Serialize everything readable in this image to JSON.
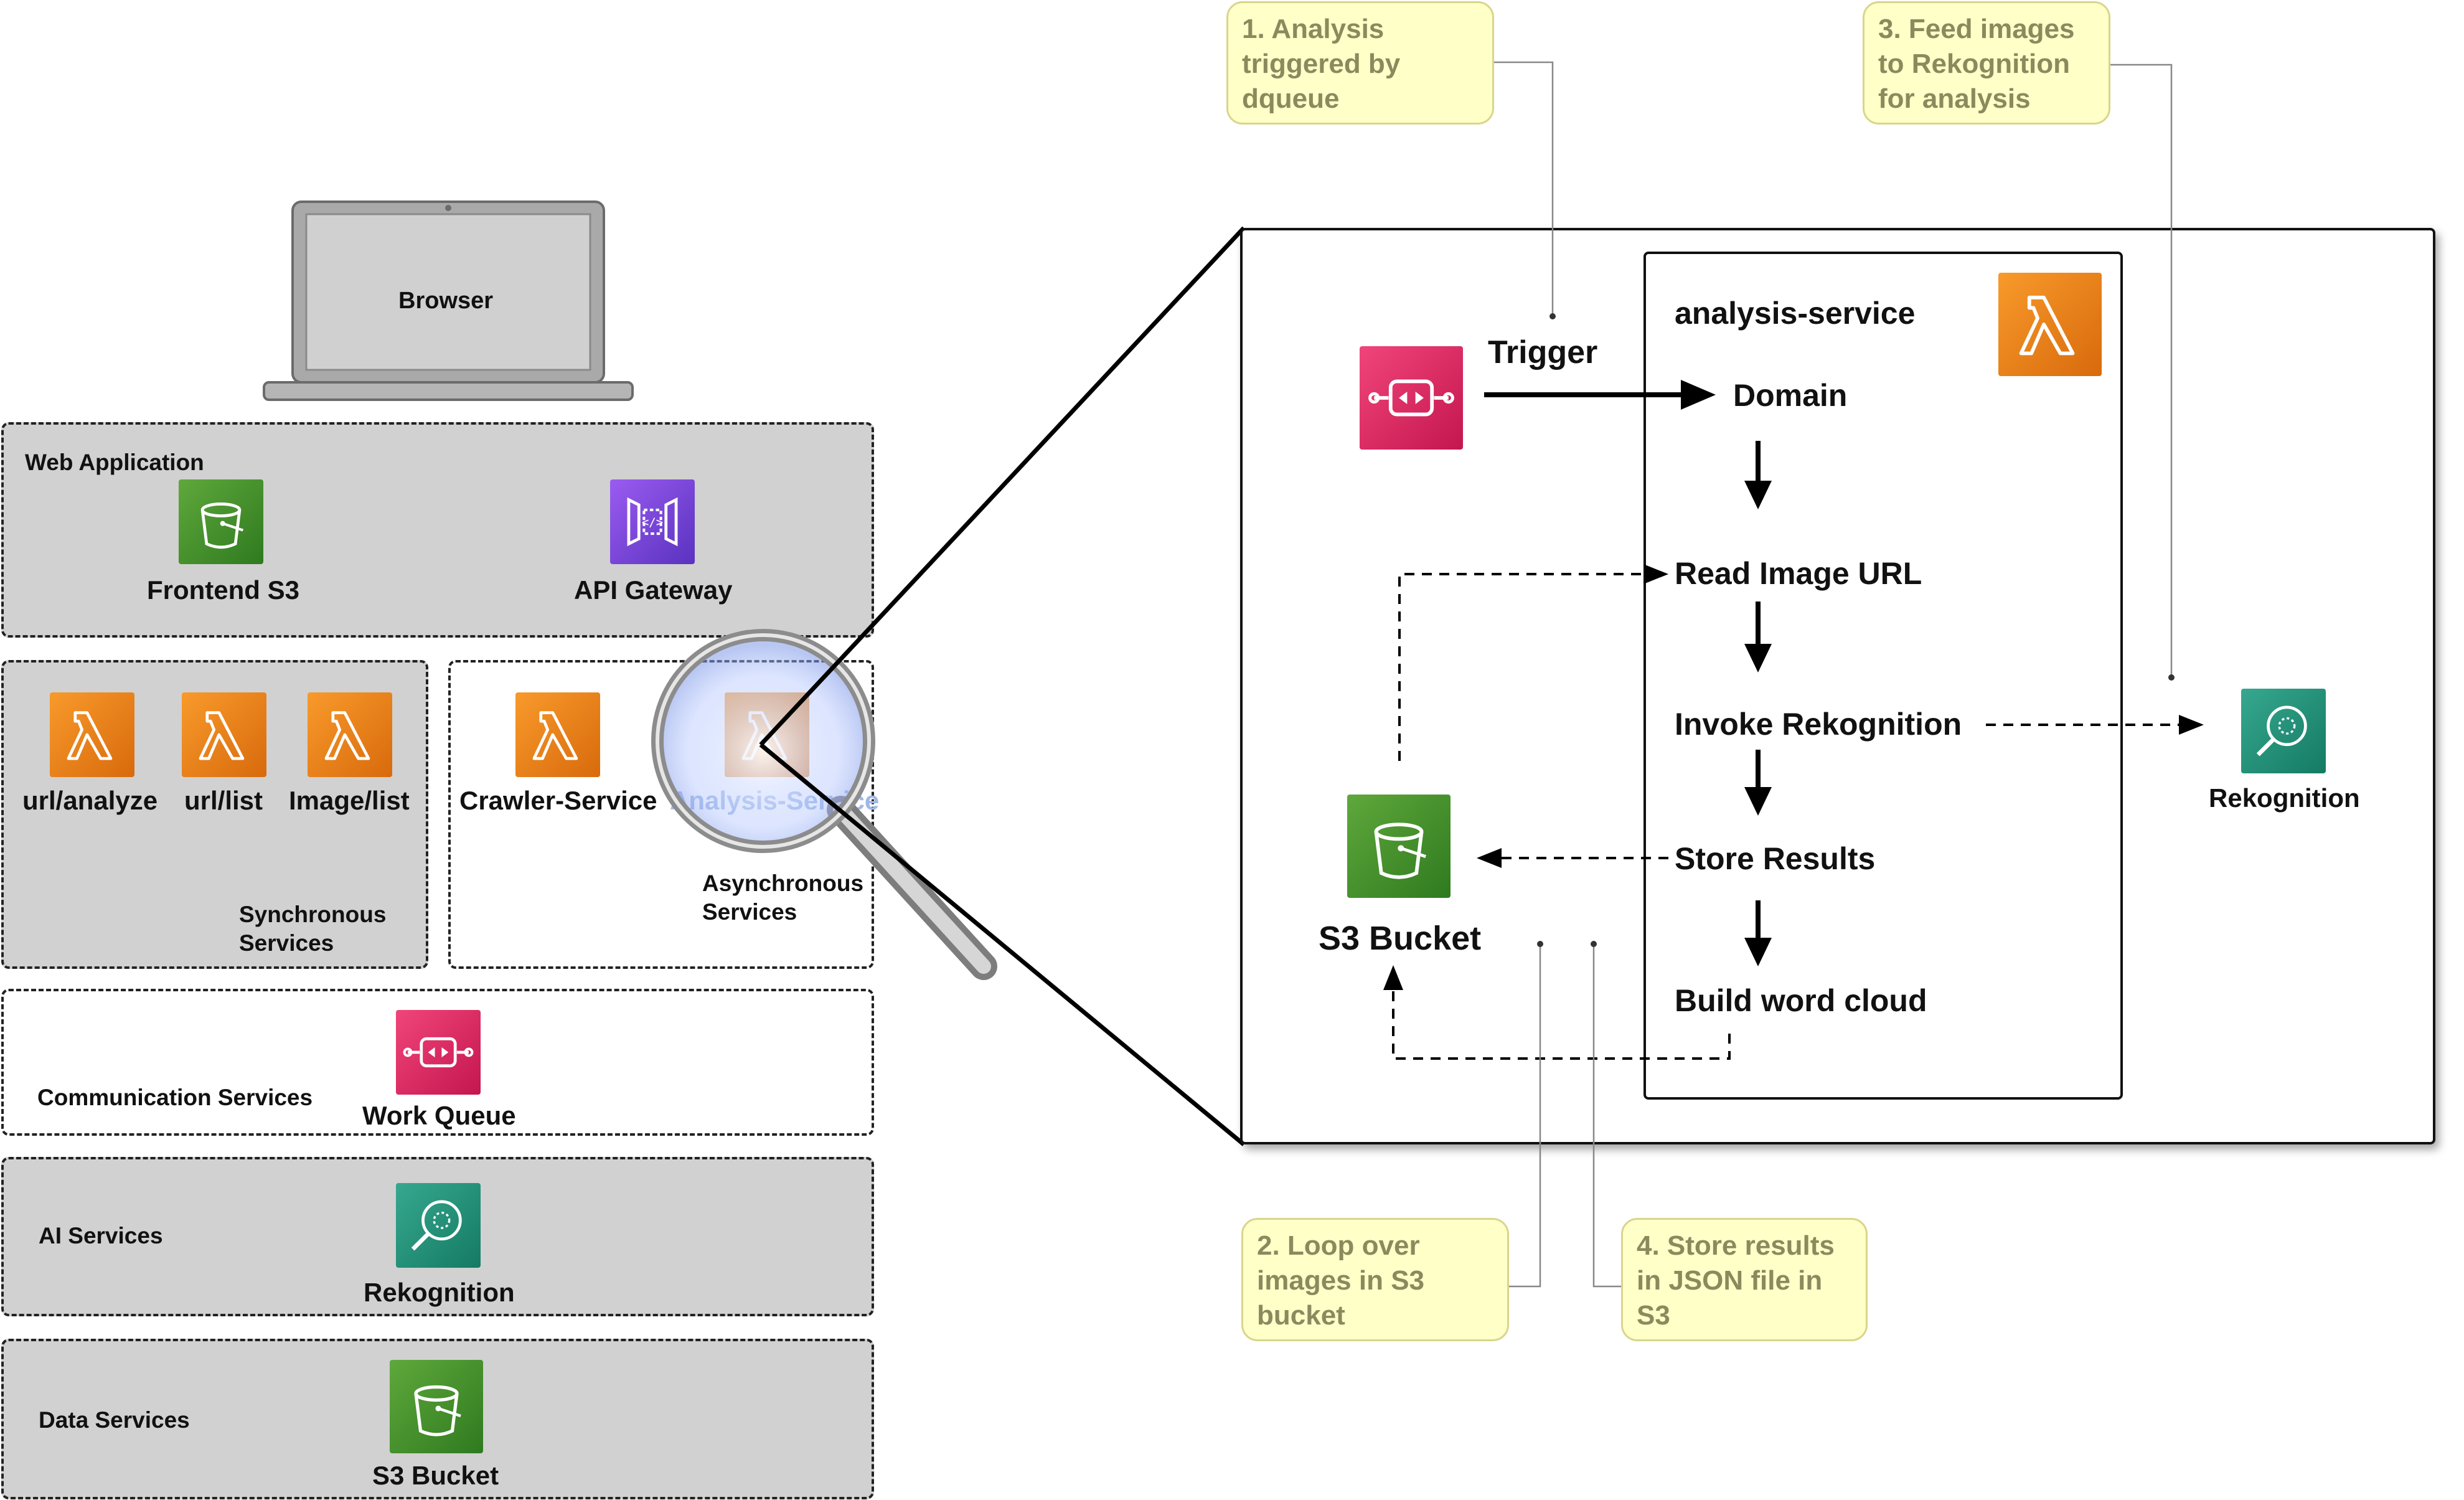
{
  "browser": {
    "label": "Browser"
  },
  "tiers": {
    "web": {
      "title": "Web Application",
      "frontend": "Frontend S3",
      "api": "API Gateway"
    },
    "sync": {
      "title": "Synchronous Services",
      "items": [
        "url/analyze",
        "url/list",
        "Image/list"
      ]
    },
    "async": {
      "title": "Asynchronous Services",
      "crawler": "Crawler-Service",
      "analysis": "Analysis-Service"
    },
    "comm": {
      "title": "Communication Services",
      "queue": "Work Queue"
    },
    "ai": {
      "title": "AI Services",
      "rek": "Rekognition"
    },
    "data": {
      "title": "Data Services",
      "bucket": "S3 Bucket"
    }
  },
  "detail": {
    "service_title": "analysis-service",
    "trigger": "Trigger",
    "steps": [
      "Domain",
      "Read Image URL",
      "Invoke Rekognition",
      "Store Results",
      "Build word cloud"
    ],
    "bucket": "S3 Bucket",
    "rekognition": "Rekognition"
  },
  "notes": {
    "n1": [
      "1. Analysis",
      "triggered by",
      "dqueue"
    ],
    "n2": [
      "2. Loop over",
      "images in S3",
      "bucket"
    ],
    "n3": [
      "3. Feed images",
      "to Rekognition",
      "for analysis"
    ],
    "n4": [
      "4. Store results",
      "in JSON file in",
      "S3"
    ]
  },
  "colors": {
    "lambda": "#ed7b12",
    "s3": "#3f8f2a",
    "api": "#7b45e0",
    "sqs": "#e52d66",
    "rekognition": "#22917a",
    "note": "#ffffc8",
    "tier": "#d1d1d1"
  }
}
